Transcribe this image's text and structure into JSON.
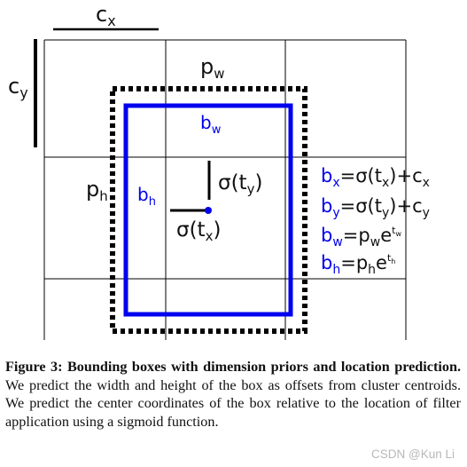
{
  "diagram": {
    "labels": {
      "cx": "c",
      "cx_sub": "x",
      "cy": "c",
      "cy_sub": "y",
      "pw": "p",
      "pw_sub": "w",
      "ph": "p",
      "ph_sub": "h",
      "bw": "b",
      "bw_sub": "w",
      "bh": "b",
      "bh_sub": "h",
      "sigma_ty": "σ(t",
      "sigma_ty_sub": "y",
      "sigma_ty_close": ")",
      "sigma_tx": "σ(t",
      "sigma_tx_sub": "x",
      "sigma_tx_close": ")"
    },
    "equations": {
      "bx": {
        "lhs": "b",
        "lhs_sub": "x",
        "mid": "=σ(t",
        "mid_sub": "x",
        "rest": ")+c",
        "rest_sub": "x"
      },
      "by": {
        "lhs": "b",
        "lhs_sub": "y",
        "mid": "=σ(t",
        "mid_sub": "y",
        "rest": ")+c",
        "rest_sub": "y"
      },
      "bw": {
        "lhs": "b",
        "lhs_sub": "w",
        "mid": "=p",
        "mid_sub": "w",
        "rest": "e",
        "rest_sup": "t",
        "rest_sup_sub": "w"
      },
      "bh": {
        "lhs": "b",
        "lhs_sub": "h",
        "mid": "=p",
        "mid_sub": "h",
        "rest": "e",
        "rest_sup": "t",
        "rest_sup_sub": "h"
      }
    },
    "colors": {
      "box": "#0000ee",
      "grid": "#000000",
      "prior": "#000000",
      "text": "#111111"
    }
  },
  "caption": {
    "label": "Figure 3:",
    "bold_title": "Bounding boxes with dimension priors and location prediction.",
    "text": "We predict the width and height of the box as offsets from cluster centroids.  We predict the center coordinates of the box relative to the location of filter application using a sigmoid function."
  },
  "watermark": "CSDN @Kun Li"
}
